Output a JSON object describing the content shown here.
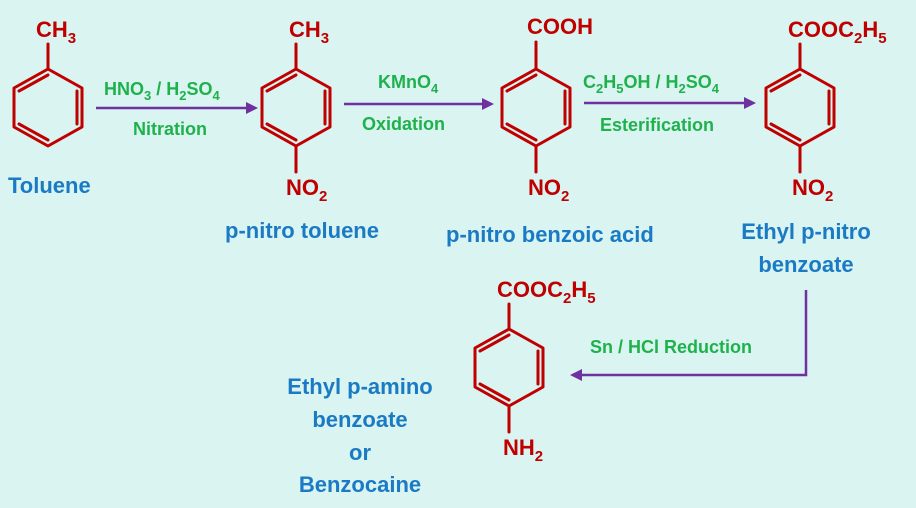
{
  "colors": {
    "background": "#d9f4f1",
    "structure": "#c00000",
    "reagent": "#1fb14c",
    "compound_name": "#1a7ac4",
    "arrow": "#7030a0"
  },
  "structures": {
    "toluene": {
      "top_group": "CH",
      "top_sub": "3"
    },
    "p_nitro_toluene": {
      "top_group": "CH",
      "top_sub": "3",
      "bottom_group": "NO",
      "bottom_sub": "2"
    },
    "p_nitro_benzoic_acid": {
      "top_group": "COOH",
      "bottom_group": "NO",
      "bottom_sub": "2"
    },
    "ethyl_p_nitro_benzoate": {
      "top_group": "COOC",
      "top_sub1": "2",
      "top_mid": "H",
      "top_sub2": "5",
      "bottom_group": "NO",
      "bottom_sub": "2"
    },
    "benzocaine": {
      "top_group": "COOC",
      "top_sub1": "2",
      "top_mid": "H",
      "top_sub2": "5",
      "bottom_group": "NH",
      "bottom_sub": "2"
    }
  },
  "reactions": {
    "step1": {
      "r1": "HNO",
      "r1_sub": "3",
      "sep": " / H",
      "r2_sub": "2",
      "r2": "SO",
      "r2_sub2": "4",
      "label": "Nitration"
    },
    "step2": {
      "r1": "KMnO",
      "r1_sub": "4",
      "label": "Oxidation"
    },
    "step3": {
      "c": "C",
      "c_sub": "2",
      "h": "H",
      "h_sub": "5",
      "oh": "OH / H",
      "h2_sub": "2",
      "so": "SO",
      "so_sub": "4",
      "label": "Esterification"
    },
    "step4": {
      "label": "Sn / HCl Reduction"
    }
  },
  "names": {
    "toluene": "Toluene",
    "p_nitro_toluene": "p-nitro toluene",
    "p_nitro_benzoic_acid": "p-nitro benzoic acid",
    "ethyl_p_nitro_benzoate_line1": "Ethyl p-nitro",
    "ethyl_p_nitro_benzoate_line2": "benzoate",
    "benzocaine_line1": "Ethyl p-amino",
    "benzocaine_line2": "benzoate",
    "benzocaine_line3": "or",
    "benzocaine_line4": "Benzocaine"
  }
}
